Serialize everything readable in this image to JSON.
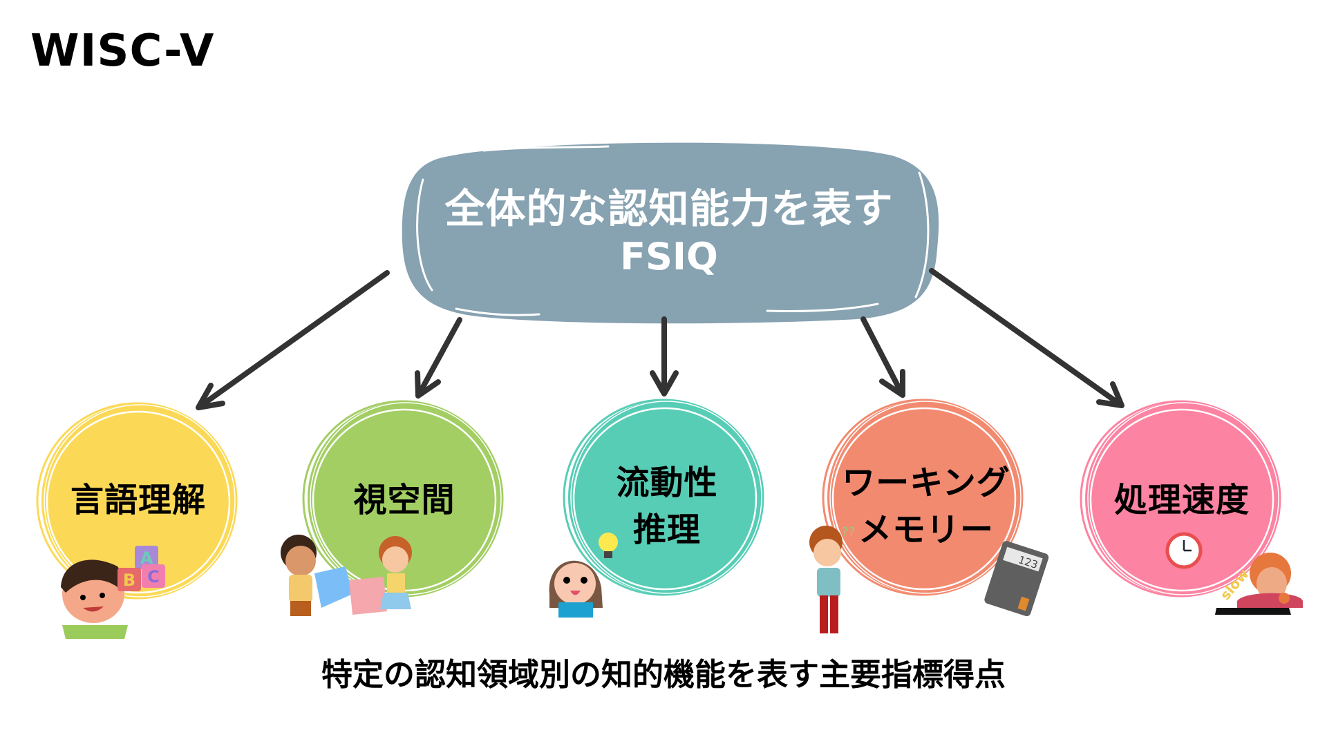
{
  "title": "WISC-V",
  "center": {
    "line1": "全体的な認知能力を表す",
    "line2": "FSIQ",
    "fill": "#87A2B1",
    "text_color": "#FFFFFF"
  },
  "indices": [
    {
      "id": "vci",
      "label_lines": [
        "言語理解"
      ],
      "color": "#FBD957",
      "illustration": "boy-with-abc-blocks"
    },
    {
      "id": "vsi",
      "label_lines": [
        "視空間"
      ],
      "color": "#A2CE63",
      "illustration": "children-with-puzzle-pieces"
    },
    {
      "id": "fri",
      "label_lines": [
        "流動性",
        "推理"
      ],
      "color": "#57CDB6",
      "illustration": "girl-with-lightbulb"
    },
    {
      "id": "wmi",
      "label_lines": [
        "ワーキング",
        "メモリー"
      ],
      "color": "#F28A70",
      "illustration": "boy-with-calculator"
    },
    {
      "id": "psi",
      "label_lines": [
        "処理速度"
      ],
      "color": "#FD83A2",
      "illustration": "boy-with-clock-and-snail"
    }
  ],
  "illustration_text": {
    "blocks": [
      "A",
      "B",
      "C"
    ],
    "calculator_display": "123",
    "slow_label": "slow",
    "question_marks": "??"
  },
  "footer": "特定の認知領域別の知的機能を表す主要指標得点",
  "arrow_color": "#333333"
}
